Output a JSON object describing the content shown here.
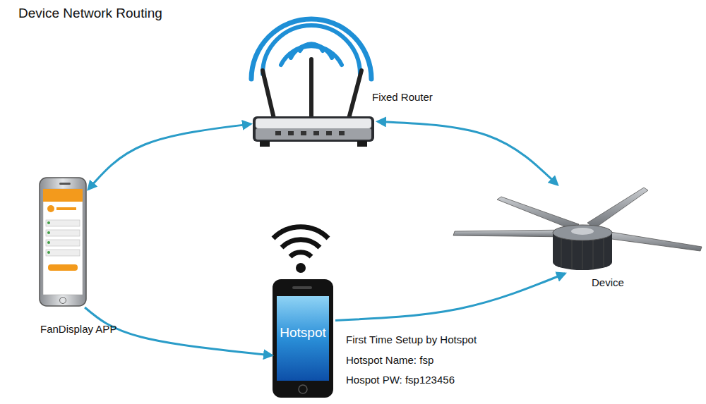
{
  "diagram": {
    "title": "Device Network Routing",
    "nodes": [
      {
        "text": [
          "Fixed Router"
        ]
      },
      {
        "text": [
          "FanDisplay APP"
        ]
      },
      {
        "text": [
          "Hotspot",
          "First Time Setup by Hotspot",
          "Hotspot Name: fsp",
          "Hospot PW: fsp123456"
        ]
      },
      {
        "text": [
          "Device"
        ]
      }
    ],
    "edges": [
      {
        "from": 1,
        "to": 0,
        "arrow": "both"
      },
      {
        "from": 0,
        "to": 3,
        "arrow": "both"
      },
      {
        "from": 1,
        "to": 2,
        "arrow": "to"
      },
      {
        "from": 2,
        "to": 3,
        "arrow": "to"
      }
    ]
  }
}
